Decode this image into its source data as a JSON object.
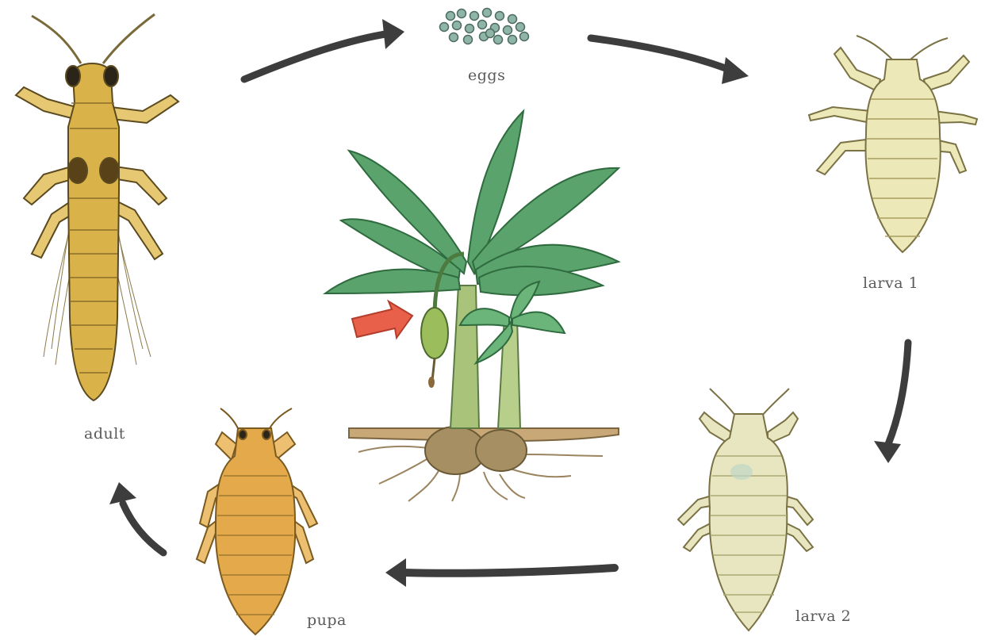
{
  "stages": {
    "eggs": "eggs",
    "larva1": "larva 1",
    "larva2": "larva 2",
    "pupa": "pupa",
    "adult": "adult"
  },
  "colors": {
    "arrow": "#3d3d3d",
    "pointer": "#e8604a",
    "leaf": "#5aa36c",
    "stem": "#a9c47a",
    "adult_body": "#d9b24a",
    "larva_body": "#ece8b8",
    "pupa_body": "#e3a94a",
    "egg": "#8fb5a6",
    "soil": "#c9a878"
  }
}
